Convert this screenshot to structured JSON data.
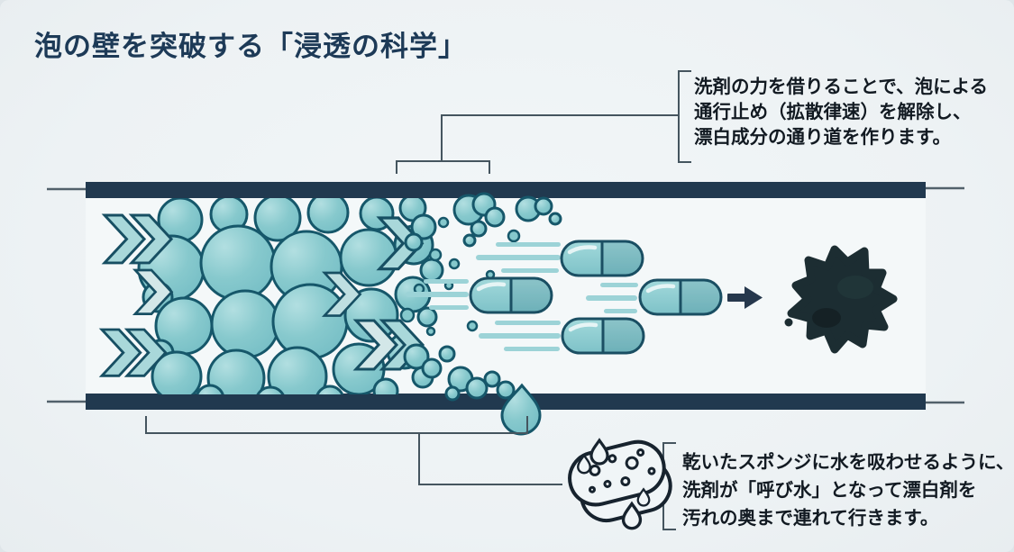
{
  "title": {
    "text": "泡の壁を突破する「浸透の科学」"
  },
  "callout_top": {
    "line1": "洗剤の力を借りることで、泡による",
    "line2": "通行止め（拡散律速）を解除し、",
    "line3": "漂白成分の通り道を作ります。"
  },
  "callout_bottom": {
    "line1": "乾いたスポンジに水を吸わせるように、",
    "line2": "洗剤が「呼び水」となって漂白剤を",
    "line3": "汚れの奥まで連れて行きます。"
  },
  "icons": {
    "sponge": "sponge-with-water-droplets",
    "droplet": "water-droplet",
    "arrow": "right-direction-arrow",
    "stain": "dirt-stain-splat",
    "capsule": "bleach-capsule",
    "bubbles": "foam-bubble-wall",
    "chevrons": "flow-direction-chevrons"
  },
  "colors": {
    "background": "#edf2f4",
    "pipe_wall": "#21394f",
    "bubble_fill": "#85c8cc",
    "bubble_stroke": "#16576a",
    "capsule_fill": "#8ed0d4",
    "motion_streak": "#9cd3d7",
    "stain": "#1c2d32",
    "title_text": "#1d3a57",
    "body_text": "#121a22",
    "callout_line": "#45555f"
  }
}
